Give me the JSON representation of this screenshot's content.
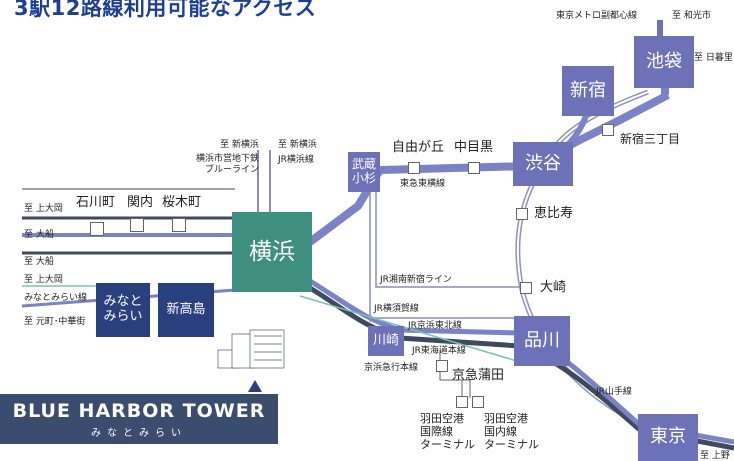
{
  "title": "3駅12路線利用可能なアクセス",
  "hubs": {
    "yokohama": "横浜",
    "shibuya": "渋谷",
    "shinjuku": "新宿",
    "ikebukuro": "池袋",
    "shinagawa": "品川",
    "tokyo": "東京",
    "musashikosugi": [
      "武蔵",
      "小杉"
    ],
    "kawasaki": "川崎",
    "minatomirai": [
      "みなと",
      "みらい"
    ],
    "shintakashima": "新高島"
  },
  "stations": {
    "ishikawacho": "石川町",
    "kannai": "関内",
    "sakuragicho": "桜木町",
    "jiyugaoka": "自由が丘",
    "nakameguro": "中目黒",
    "ebisu": "恵比寿",
    "osaki": "大崎",
    "shinjuku_sanchome": "新宿三丁目",
    "keikyu_kamata": "京急蒲田",
    "haneda_intl": [
      "羽田空港",
      "国際線",
      "ターミナル"
    ],
    "haneda_dom": [
      "羽田空港",
      "国内線",
      "ターミナル"
    ]
  },
  "lines": {
    "tokyu_toyoko": "東急東横線",
    "jr_shonan": "JR湘南新宿ライン",
    "jr_yokosuka": "JR横須賀線",
    "jr_keihin": "JR京浜東北線",
    "jr_tokaido": "JR東海道本線",
    "keikyu_main": "京浜急行本線",
    "jr_yamanote": "JR山手線",
    "minatomirai_line": "みなとみらい線",
    "subway_blue_to": "至 新横浜",
    "subway_blue": [
      "横浜市営地下鉄",
      "ブルーライン"
    ],
    "jr_yokohama_to": "至 新横浜",
    "jr_yokohama": "JR横浜線",
    "metro_fukutoshin": "東京メトロ副都心線"
  },
  "destinations": {
    "wakoshi": "至 和光市",
    "nippori": "至 日暮里",
    "kamiooka1": "至 上大岡",
    "ofuna1": "至 大船",
    "ofuna2": "至 大船",
    "kamiooka2": "至 上大岡",
    "motomachi": "至 元町･中華街",
    "ueno": "至 上野"
  },
  "banner": {
    "name": "BLUE HARBOR TOWER",
    "sub": "みなとみらい"
  },
  "colors": {
    "title": "#1c3f94",
    "main_line": "#7b82c6",
    "dark_line": "#3f4a60",
    "hub_yokohama": "#3f8f80",
    "hub_purple": "#6d72b8",
    "hub_navy": "#2a3f7e",
    "thin_line": "#8a8fb8",
    "green_line": "#7cc0b0"
  }
}
